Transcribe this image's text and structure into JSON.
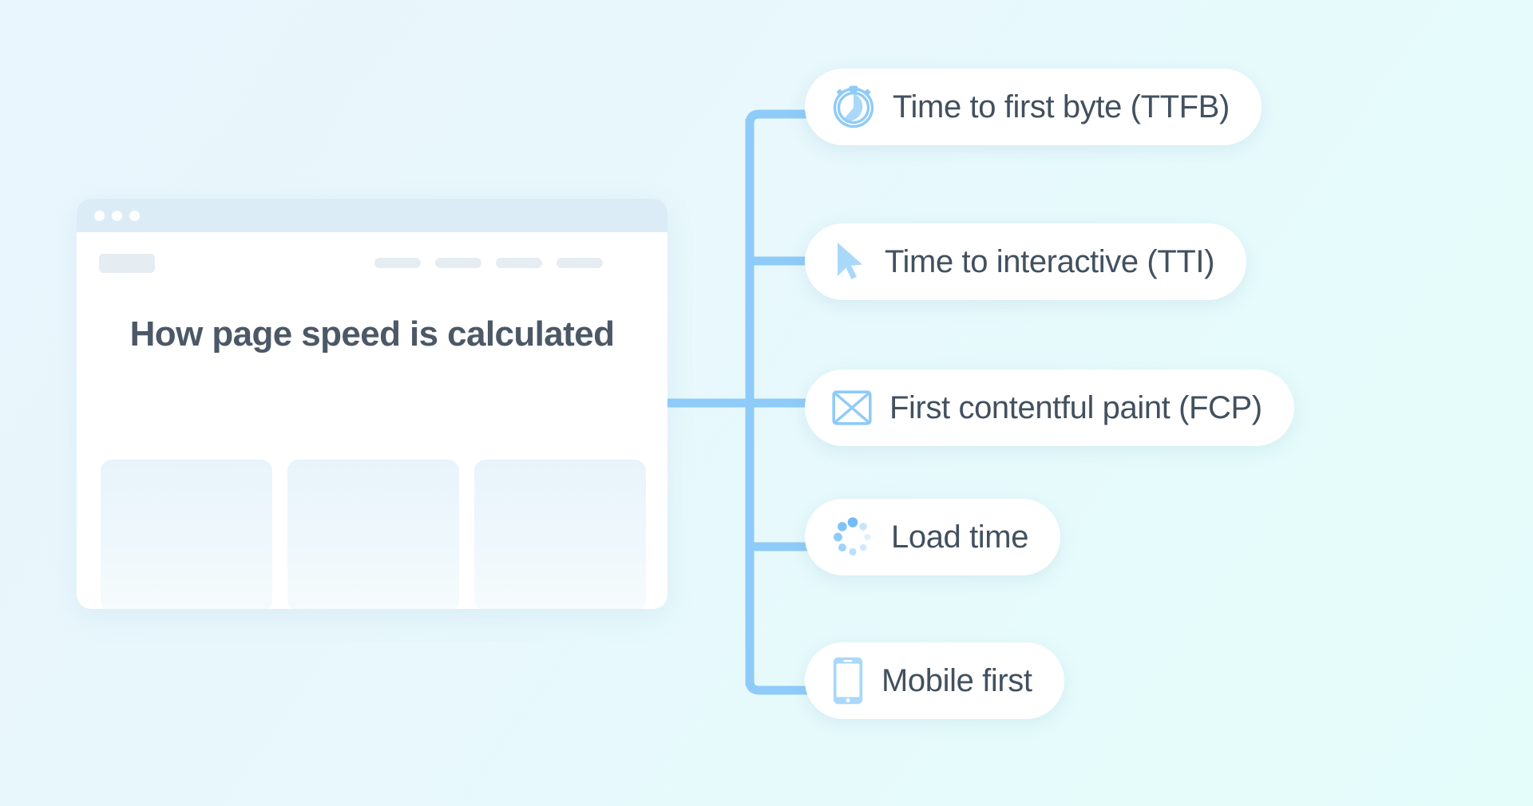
{
  "background": {
    "gradient_from": "#e9f6fd",
    "gradient_to": "#e4fdfb"
  },
  "theme": {
    "accent_blue": "#8fcbf8",
    "icon_blue": "#93cdf9",
    "text_dark": "#42505f",
    "headline_color": "#4c5866",
    "pill_background": "#ffffff",
    "browser_bar": "#dcecf7",
    "placeholder_gray": "#e6edf2"
  },
  "browser": {
    "headline": "How page speed is calculated",
    "window_dots": [
      "dot-1",
      "dot-2",
      "dot-3"
    ],
    "logo_placeholder": "logo-placeholder",
    "nav_placeholders": [
      "nav-item-1",
      "nav-item-2",
      "nav-item-3",
      "nav-item-4"
    ],
    "content_cards": [
      "card-placeholder-1",
      "card-placeholder-2",
      "card-placeholder-3"
    ]
  },
  "diagram": {
    "type": "mind-map",
    "root": "How page speed is calculated",
    "connector_color": "#8fcbf8",
    "branches": [
      {
        "label": "Time to first byte (TTFB)",
        "icon": "stopwatch-icon"
      },
      {
        "label": "Time to interactive (TTI)",
        "icon": "cursor-pointer-icon"
      },
      {
        "label": "First contentful paint (FCP)",
        "icon": "image-placeholder-icon"
      },
      {
        "label": "Load time",
        "icon": "loading-spinner-icon"
      },
      {
        "label": "Mobile first",
        "icon": "smartphone-icon"
      }
    ]
  }
}
